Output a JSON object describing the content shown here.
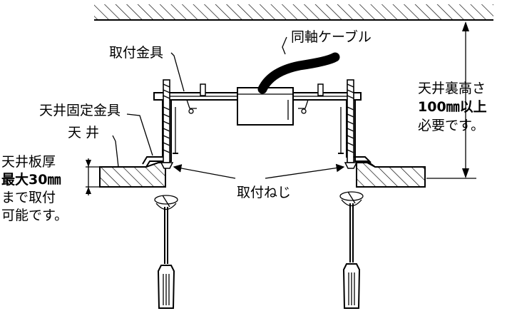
{
  "labels": {
    "mounting_bracket": "取付金具",
    "coax_cable": "同軸ケーブル",
    "ceiling_fixing_bracket": "天井固定金具",
    "ceiling": "天 井",
    "mounting_screw": "取付ねじ",
    "board_note": [
      "天井板厚",
      "最大30㎜",
      "まで取付",
      "可能です。"
    ],
    "height_note": [
      "天井裏高さ",
      "100㎜以上",
      "必要です。"
    ]
  }
}
